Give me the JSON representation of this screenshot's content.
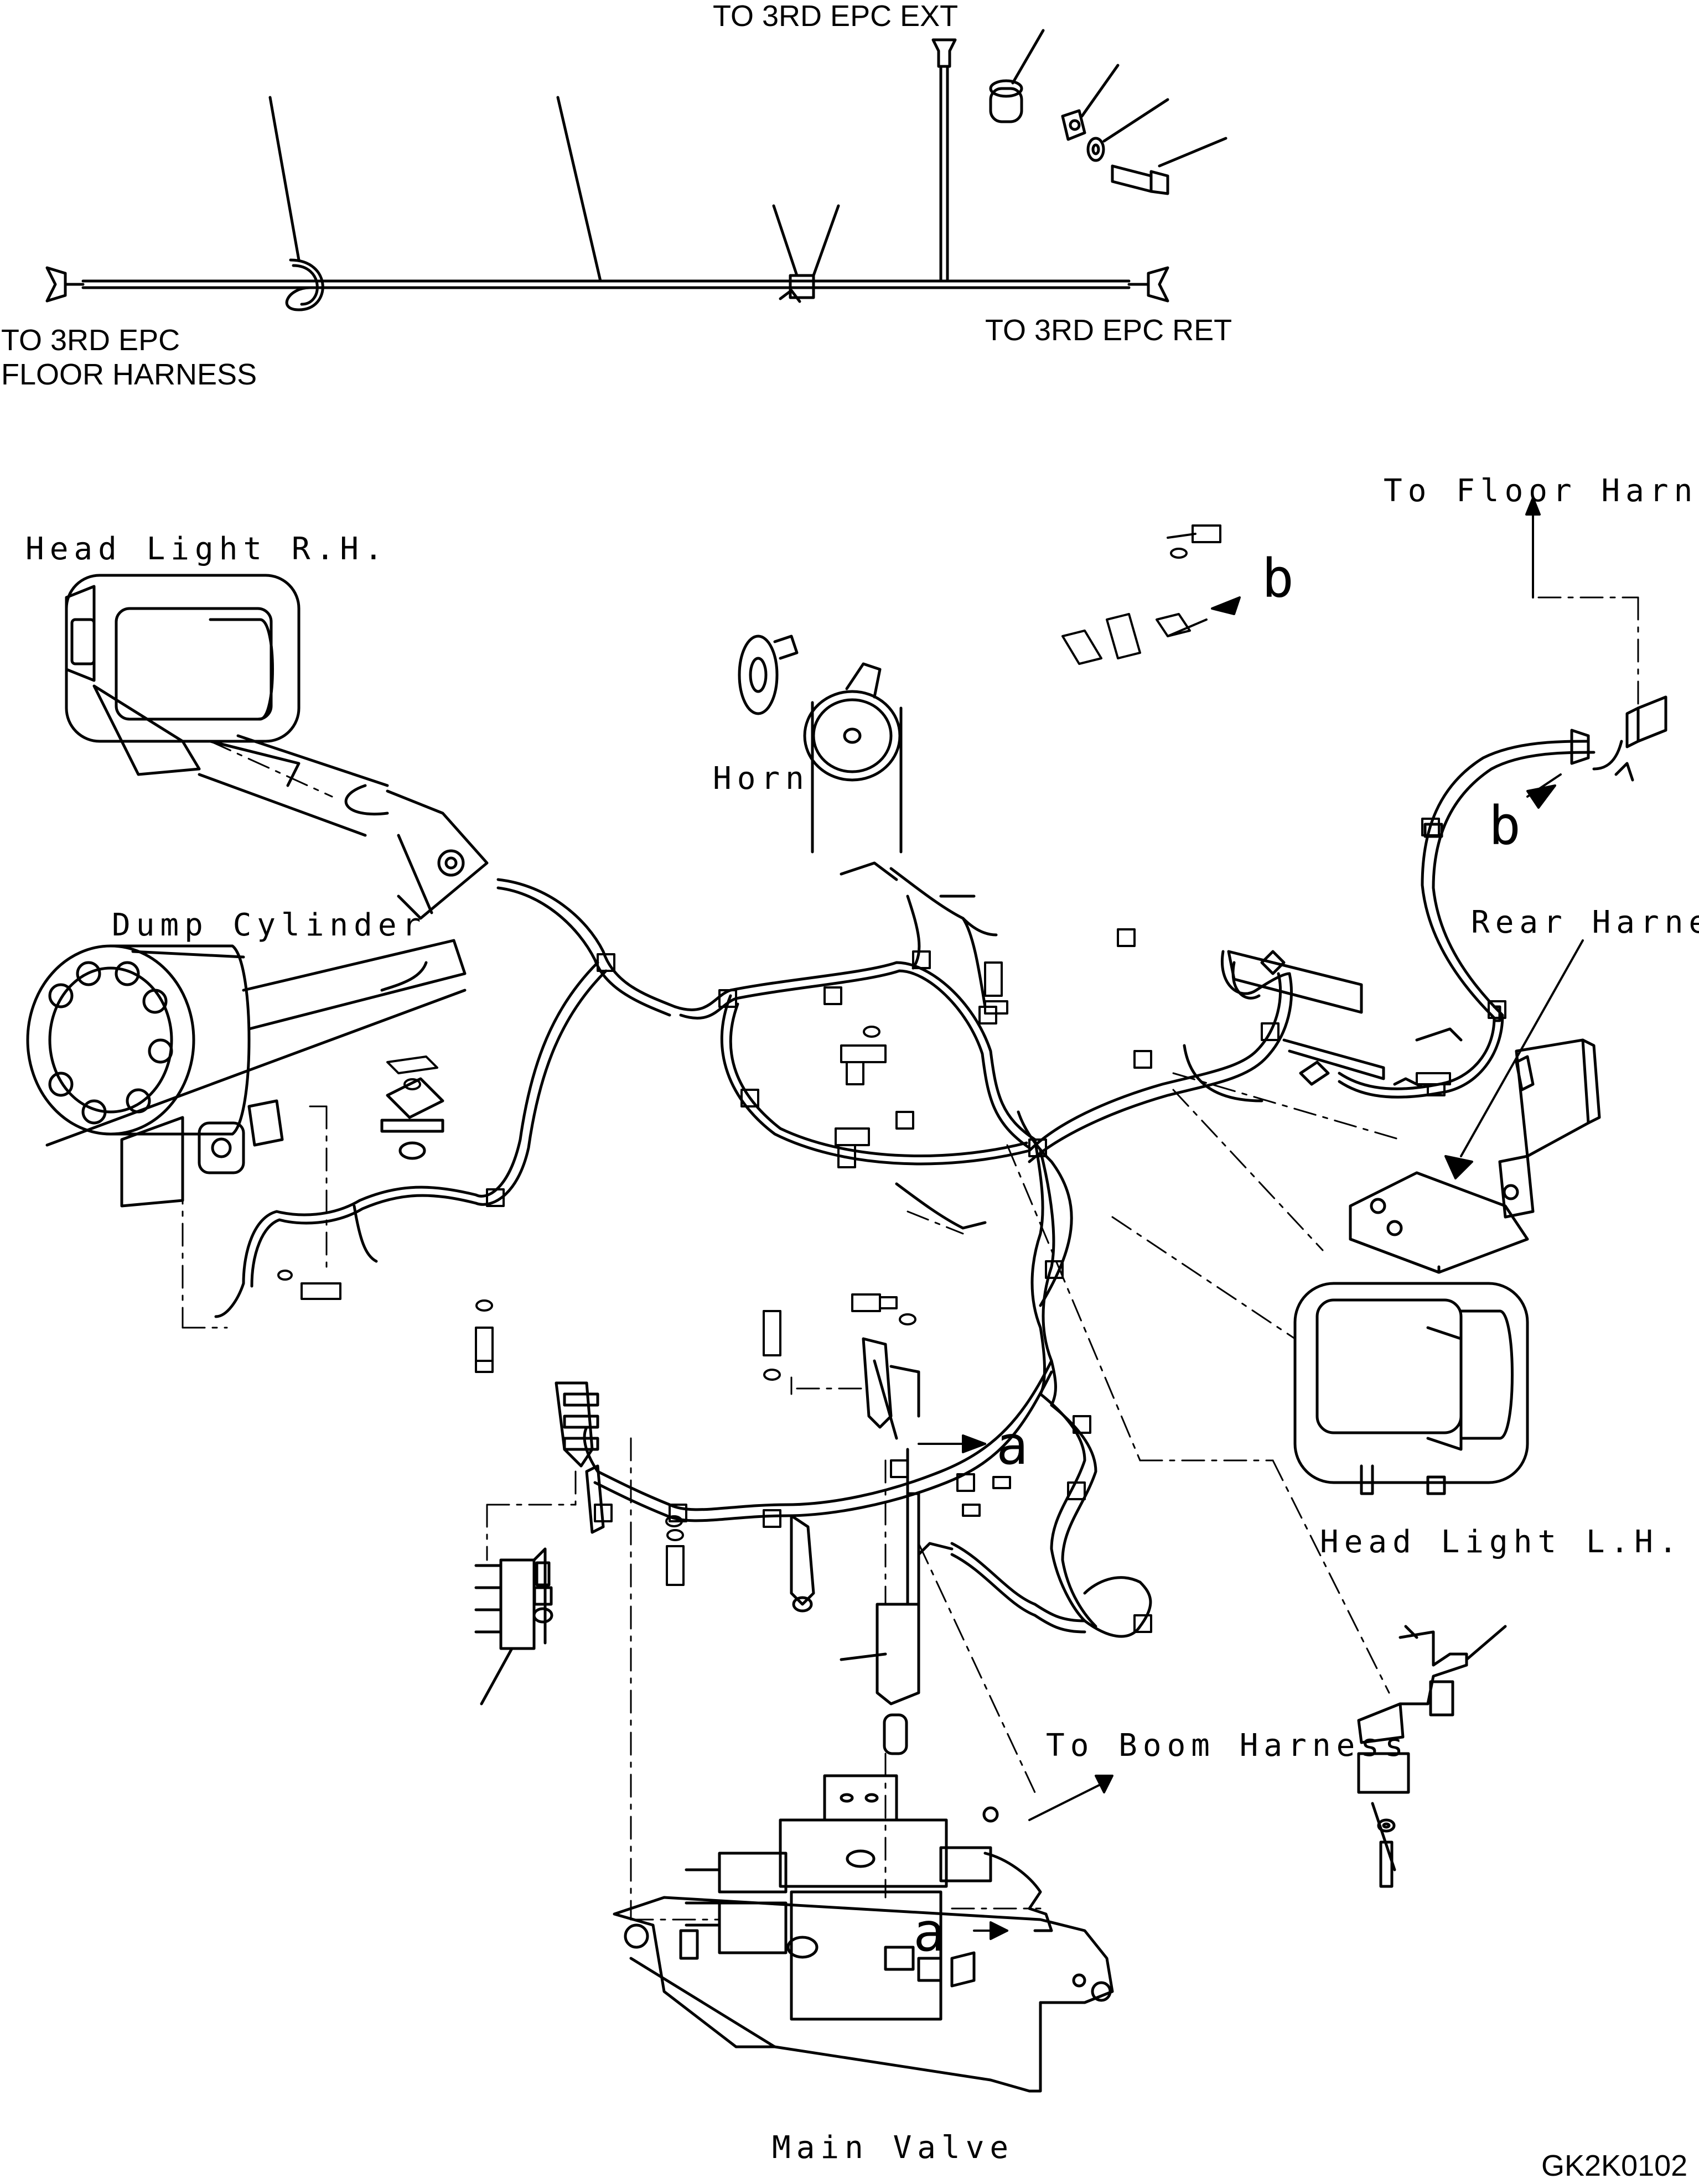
{
  "labels": {
    "to_3rd_epc_ext": "TO 3RD EPC EXT",
    "to_3rd_epc_floor_harness_line1": "TO 3RD EPC",
    "to_3rd_epc_floor_harness_line2": "FLOOR HARNESS",
    "to_3rd_epc_ret": "TO 3RD EPC RET",
    "to_floor_harness": "To Floor Harness",
    "head_light_rh": "Head Light R.H.",
    "horn": "Horn",
    "dump_cylinder": "Dump Cylinder",
    "rear_harness": "Rear Harness",
    "head_light_lh": "Head Light L.H.",
    "to_boom_harness": "To Boom Harness",
    "main_valve": "Main Valve",
    "drawing_code": "GK2K0102",
    "ref_b_top": "b",
    "ref_b_right": "b",
    "ref_a_upper": "a",
    "ref_a_lower": "a"
  },
  "colors": {
    "ink": "#000000",
    "paper": "#ffffff",
    "fill_light": "#f2f2f2"
  }
}
